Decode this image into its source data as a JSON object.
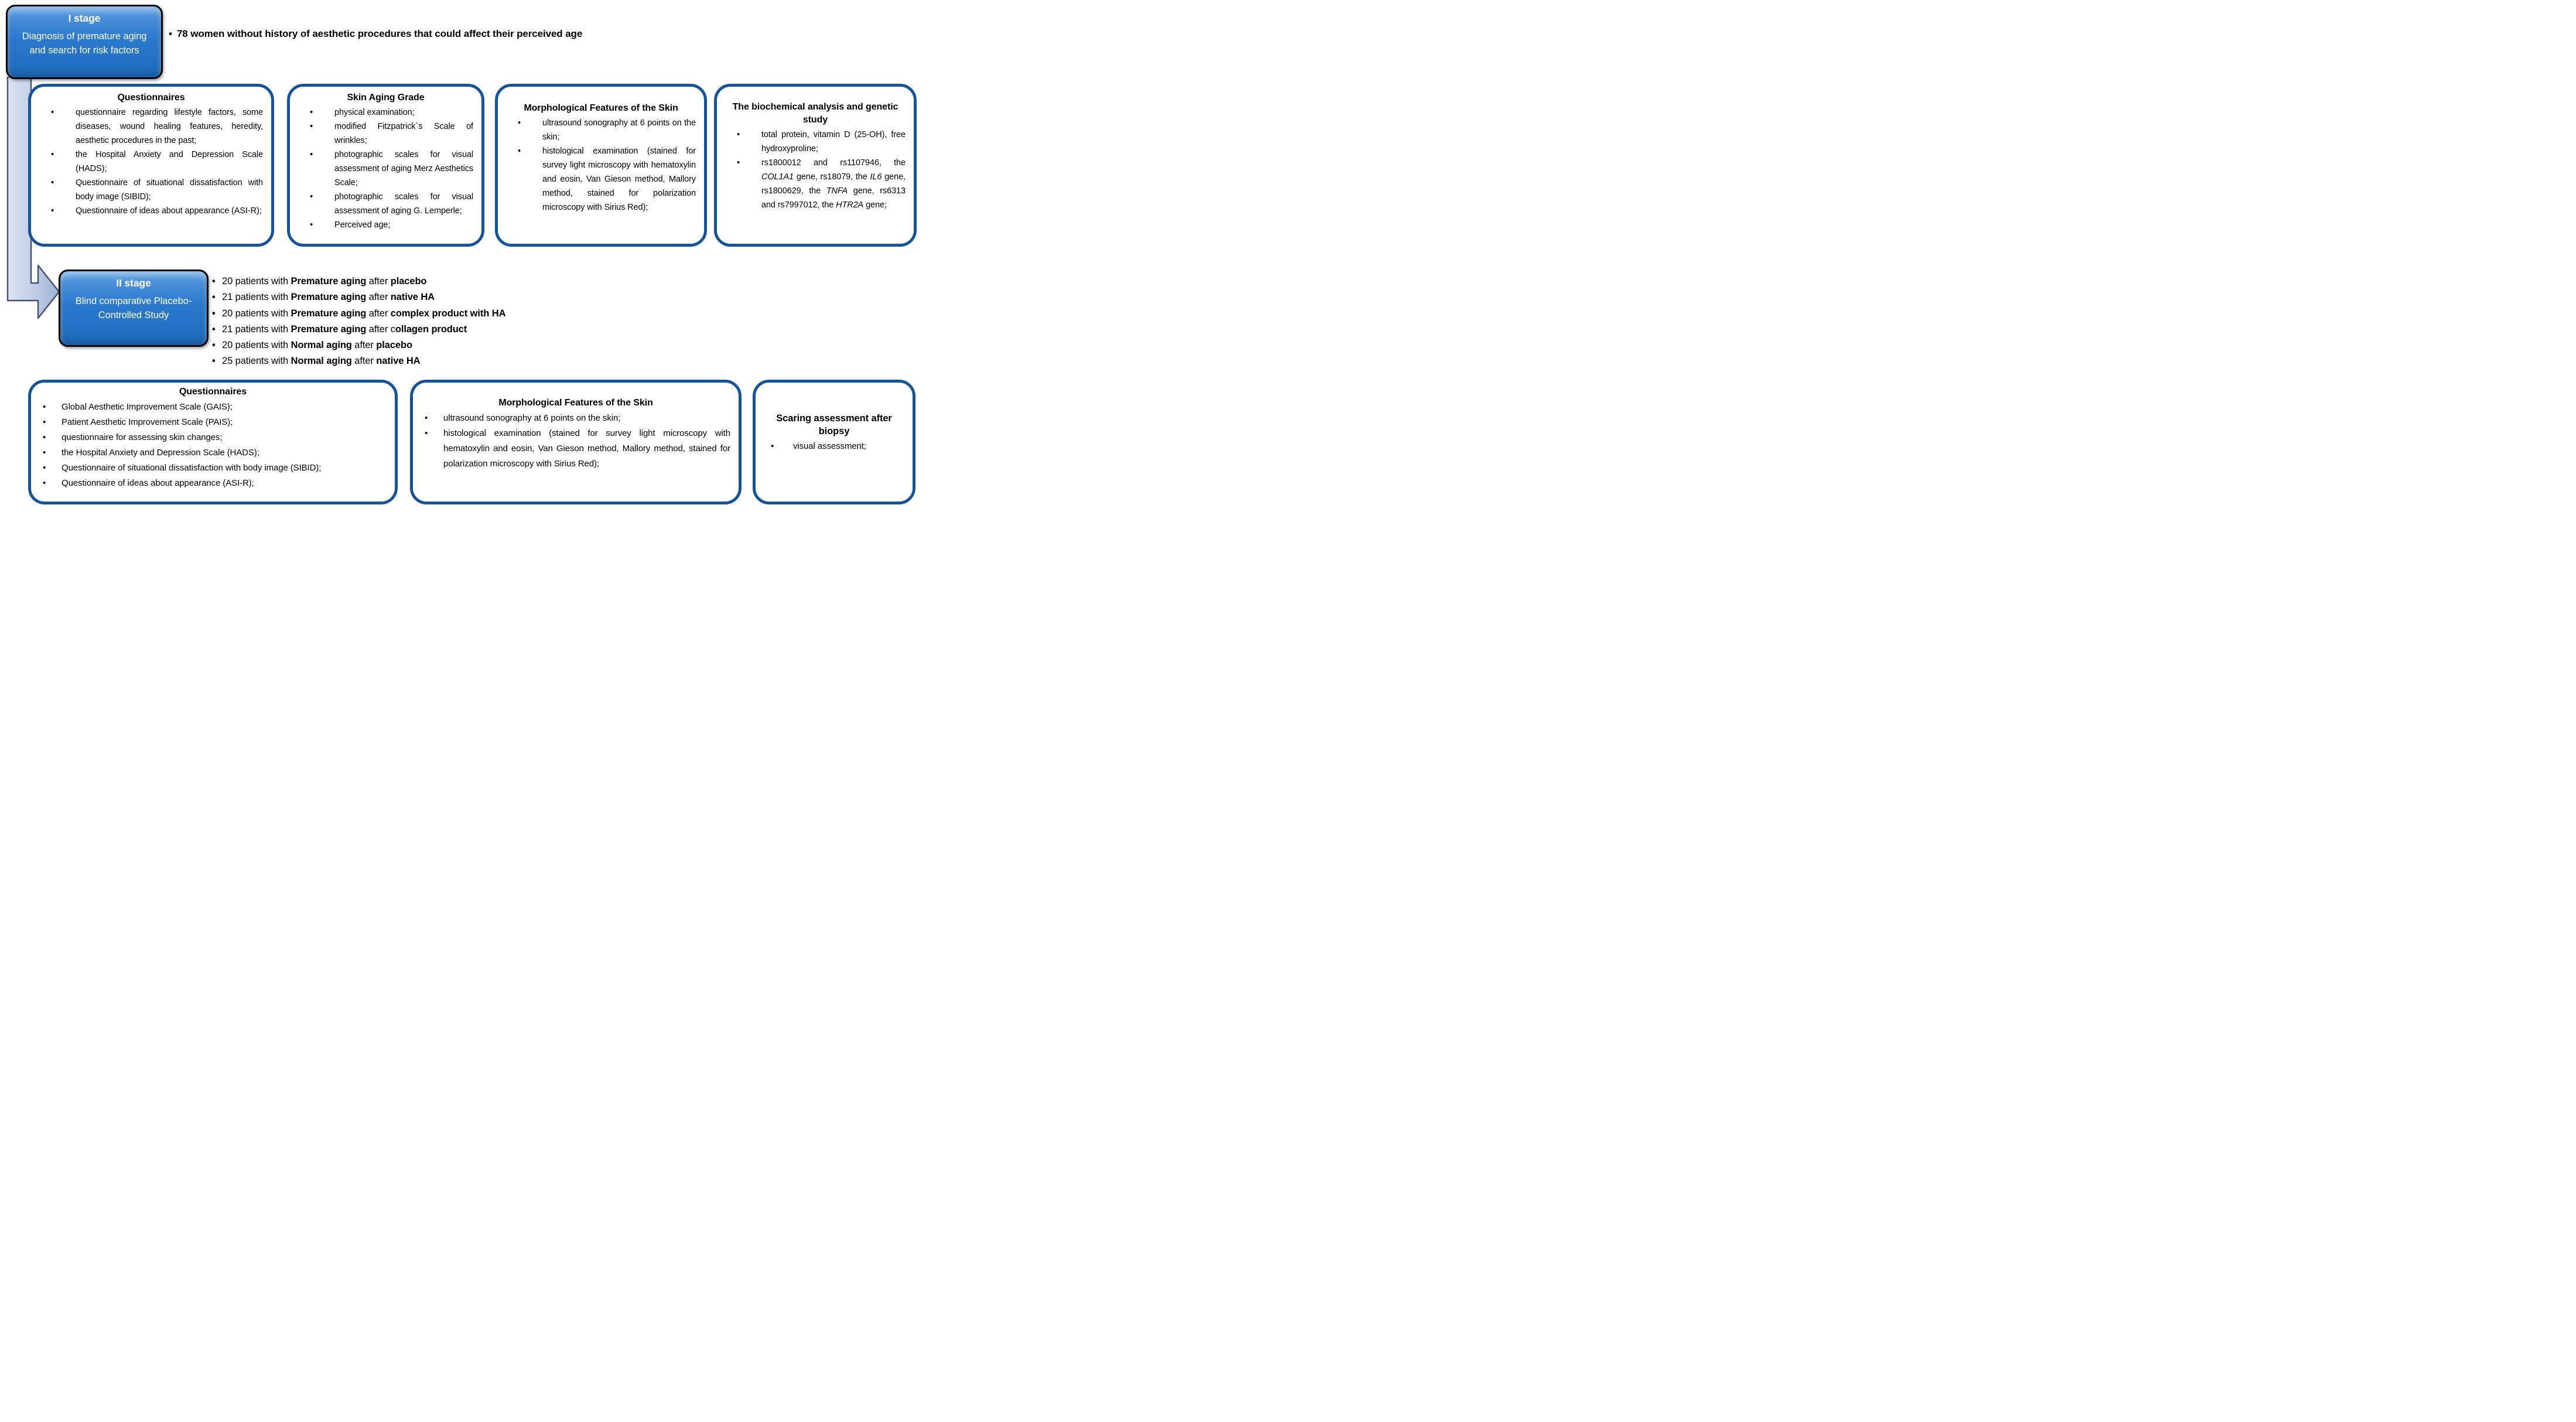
{
  "colors": {
    "outline_box_border": "#15549B",
    "stage_box_fill": "#2273C7",
    "stage_box_border": "#000000",
    "arrow_fill": "#C2CEE8",
    "arrow_stroke": "#44546F",
    "text": "#000000"
  },
  "stage1": {
    "title": "I stage",
    "subtitle": "Diagnosis of premature aging and search for risk factors",
    "cohort_bullet": "78 women without history of aesthetic procedures that could affect their perceived age"
  },
  "row1": {
    "questionnaires": {
      "title": "Questionnaires",
      "items": [
        "questionnaire regarding lifestyle factors, some diseases, wound healing features, heredity, aesthetic procedures in the past;",
        "the Hospital Anxiety and Depression Scale (HADS);",
        "Questionnaire of situational dissatisfaction with body image (SIBID);",
        "Questionnaire of ideas about appearance (ASI-R);"
      ]
    },
    "skin_aging": {
      "title": "Skin Aging Grade",
      "items": [
        "physical examination;",
        "modified Fitzpatrick`s Scale of wrinkles;",
        "photographic scales for visual assessment of aging Merz Aesthetics Scale;",
        "photographic scales for visual assessment of aging G. Lemperle;",
        "Perceived age;"
      ]
    },
    "morphology": {
      "title": "Morphological Features of the Skin",
      "items": [
        "ultrasound sonography at 6 points on the skin;",
        "histological examination (stained for survey light microscopy with hematoxylin and eosin, Van Gieson method, Mallory method, stained for polarization microscopy with Sirius Red);"
      ]
    },
    "biochem": {
      "title": "The biochemical analysis  and genetic study",
      "items_runs": [
        [
          {
            "t": "total protein, vitamin D (25-OH), free hydroxyproline;"
          }
        ],
        [
          {
            "t": "rs1800012 and rs1107946, the "
          },
          {
            "t": "COL1A1",
            "i": true
          },
          {
            "t": " gene, rs18079, the "
          },
          {
            "t": "IL6",
            "i": true
          },
          {
            "t": " gene, rs1800629, the "
          },
          {
            "t": "TNFA",
            "i": true
          },
          {
            "t": " gene, rs6313 and rs7997012, the "
          },
          {
            "t": "HTR2A",
            "i": true
          },
          {
            "t": " gene;"
          }
        ]
      ]
    }
  },
  "stage2": {
    "title": "II stage",
    "subtitle": "Blind comparative Placebo-Controlled Study",
    "groups_runs": [
      [
        {
          "t": "20 patients with "
        },
        {
          "t": "Premature aging",
          "b": true
        },
        {
          "t": " after "
        },
        {
          "t": "placebo",
          "b": true
        }
      ],
      [
        {
          "t": "21 patients with "
        },
        {
          "t": "Premature aging",
          "b": true
        },
        {
          "t": " after "
        },
        {
          "t": "native HA",
          "b": true
        }
      ],
      [
        {
          "t": "20 patients with "
        },
        {
          "t": "Premature aging",
          "b": true
        },
        {
          "t": " after "
        },
        {
          "t": "complex product with HA",
          "b": true
        }
      ],
      [
        {
          "t": "21 patients with "
        },
        {
          "t": "Premature aging",
          "b": true
        },
        {
          "t": " after c"
        },
        {
          "t": "ollagen product",
          "b": true
        }
      ],
      [
        {
          "t": "20 patients with "
        },
        {
          "t": "Normal aging",
          "b": true
        },
        {
          "t": " after "
        },
        {
          "t": "placebo",
          "b": true
        }
      ],
      [
        {
          "t": "25 patients with "
        },
        {
          "t": "Normal aging",
          "b": true
        },
        {
          "t": " after "
        },
        {
          "t": "native HA",
          "b": true
        }
      ]
    ]
  },
  "row2": {
    "questionnaires": {
      "title": "Questionnaires",
      "items": [
        "Global Aesthetic Improvement Scale (GAIS);",
        "Patient Aesthetic Improvement Scale (PAIS);",
        "questionnaire for assessing skin changes;",
        "the Hospital Anxiety and Depression Scale (HADS);",
        "Questionnaire of situational dissatisfaction with body image (SIBID);",
        "Questionnaire of ideas about appearance (ASI-R);"
      ]
    },
    "morphology": {
      "title": "Morphological Features of the Skin",
      "items": [
        "ultrasound sonography at 6 points on the skin;",
        "histological examination (stained for survey light microscopy with hematoxylin and eosin, Van Gieson method, Mallory method, stained for polarization microscopy with Sirius Red);"
      ]
    },
    "scarring": {
      "title": "Scaring assessment after biopsy",
      "items": [
        "visual assessment;"
      ]
    }
  }
}
